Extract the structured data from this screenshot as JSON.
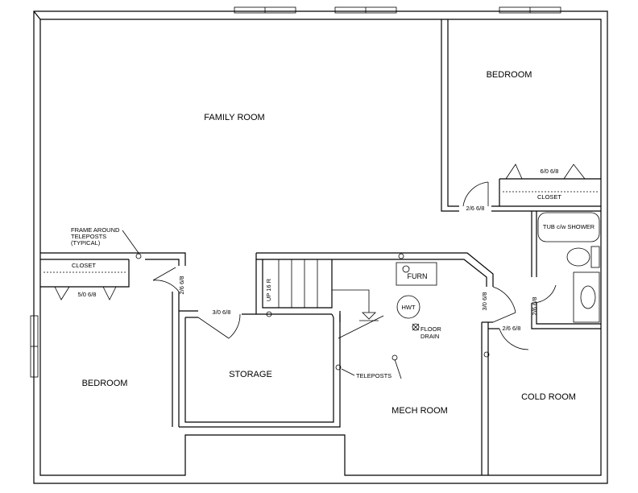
{
  "rooms": {
    "family_room": "FAMILY ROOM",
    "bedroom_top": "BEDROOM",
    "bedroom_left": "BEDROOM",
    "storage": "STORAGE",
    "mech_room": "MECH ROOM",
    "cold_room": "COLD ROOM"
  },
  "fixtures": {
    "closet_top": "CLOSET",
    "closet_left": "CLOSET",
    "tub": "TUB c/w SHOWER",
    "furnace": "FURN",
    "hwt": "HWT",
    "floor_drain": "FLOOR\nDRAIN",
    "floor_drain_line1": "FLOOR",
    "floor_drain_line2": "DRAIN",
    "stairs": "UP 16 R"
  },
  "annotations": {
    "frame_note_line1": "FRAME AROUND",
    "frame_note_line2": "TELEPOSTS",
    "frame_note_line3": "(TYPICAL)",
    "teleposts": "TELEPOSTS"
  },
  "doors": {
    "bed_top_closet": "6/0 6/8",
    "bed_top_door": "2/6 6/8",
    "left_closet": "5/0 6/8",
    "left_bed_door": "2/6 6/8",
    "storage_door": "3/0 6/8",
    "mech_door": "3/0 6/8",
    "bath_door": "2/6 6/8",
    "cold_room_door": "2/6 6/8"
  }
}
